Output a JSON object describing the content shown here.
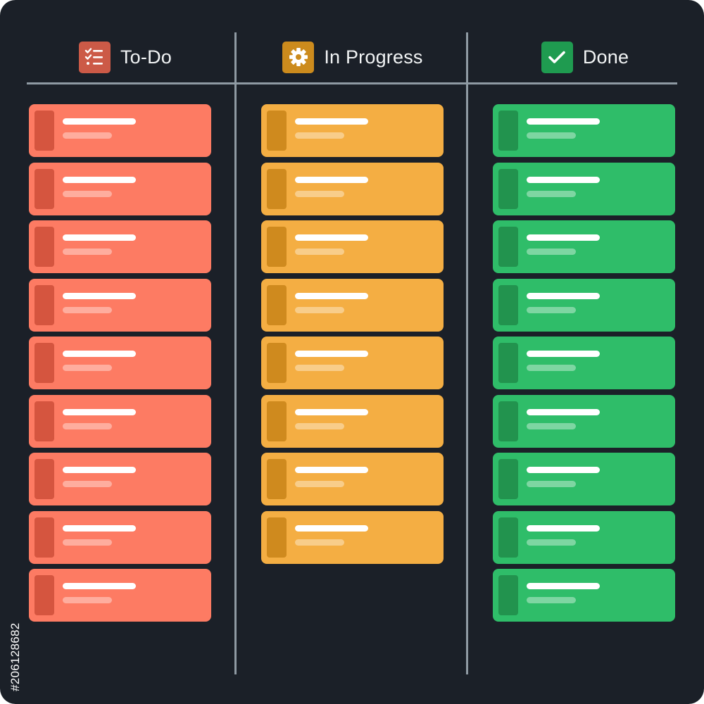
{
  "colors": {
    "background": "#1b2028",
    "divider": "#8f9aa3",
    "todo_card": "#fd7b63",
    "todo_handle": "#d5553f",
    "todo_icon": "#cc5a47",
    "progress_card": "#f4ae43",
    "progress_handle": "#cf8a1e",
    "progress_icon": "#cc8b1d",
    "done_card": "#2fbd69",
    "done_handle": "#22934e",
    "done_icon": "#1f9b50"
  },
  "columns": [
    {
      "key": "todo",
      "title": "To-Do",
      "icon": "checklist-icon",
      "card_count": 9
    },
    {
      "key": "progress",
      "title": "In Progress",
      "icon": "gear-icon",
      "card_count": 8
    },
    {
      "key": "done",
      "title": "Done",
      "icon": "checkmark-icon",
      "card_count": 9
    }
  ],
  "watermark_id": "#206128682"
}
